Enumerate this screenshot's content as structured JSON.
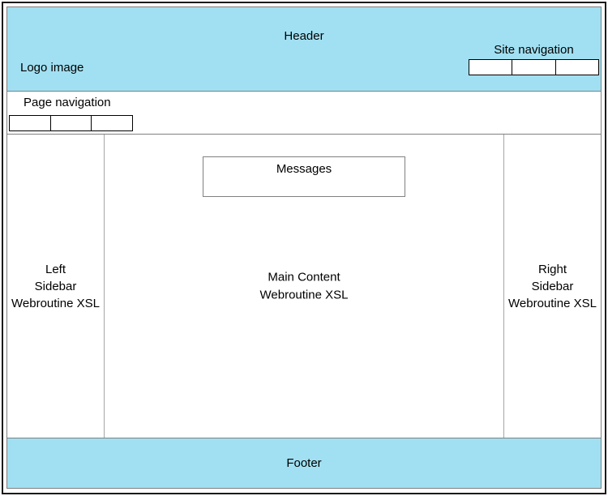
{
  "colors": {
    "band_bg": "#a1e0f2",
    "border_outer": "#1a1a1a",
    "border_inner": "#808080",
    "border_soft": "#a6a6a6",
    "box_border": "#000000"
  },
  "header": {
    "title": "Header",
    "logo_label": "Logo image",
    "site_nav": {
      "label": "Site navigation",
      "cells": [
        "",
        "",
        ""
      ]
    }
  },
  "page_nav": {
    "label": "Page navigation",
    "cells": [
      "",
      "",
      ""
    ]
  },
  "main": {
    "messages_label": "Messages",
    "left_sidebar": "Left\nSidebar\nWebroutine XSL",
    "content": "Main Content\nWebroutine XSL",
    "right_sidebar": "Right\nSidebar\nWebroutine XSL"
  },
  "footer": {
    "label": "Footer"
  }
}
